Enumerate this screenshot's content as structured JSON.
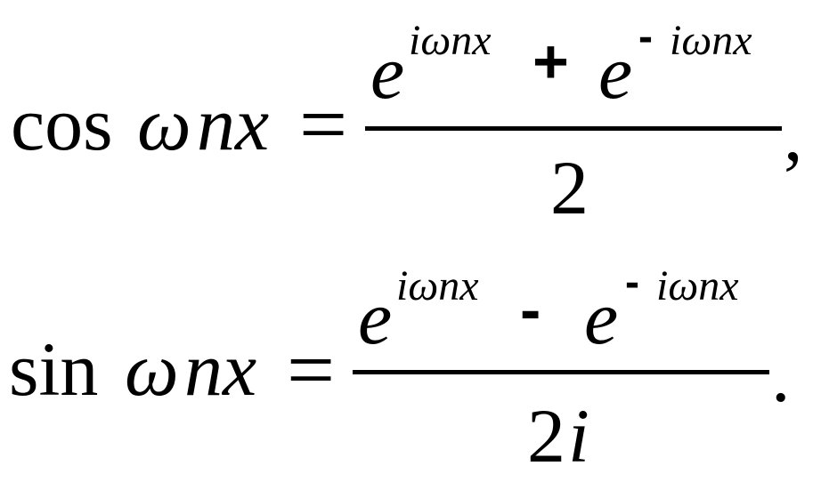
{
  "cos_formula": {
    "fn": "cos",
    "omega": "ω",
    "arg": "nx",
    "equals": "=",
    "base1": "e",
    "exp1": "iωnx",
    "operator": "+",
    "base2": "e",
    "exp2_sign": "-",
    "exp2": "iωnx",
    "denominator": "2",
    "trailing": ","
  },
  "sin_formula": {
    "fn": "sin",
    "omega": "ω",
    "arg": "nx",
    "equals": "=",
    "base1": "e",
    "exp1": "iωnx",
    "operator": "-",
    "base2": "e",
    "exp2_sign": "-",
    "exp2": "iωnx",
    "denominator_num": "2",
    "denominator_var": "i",
    "trailing": "."
  }
}
